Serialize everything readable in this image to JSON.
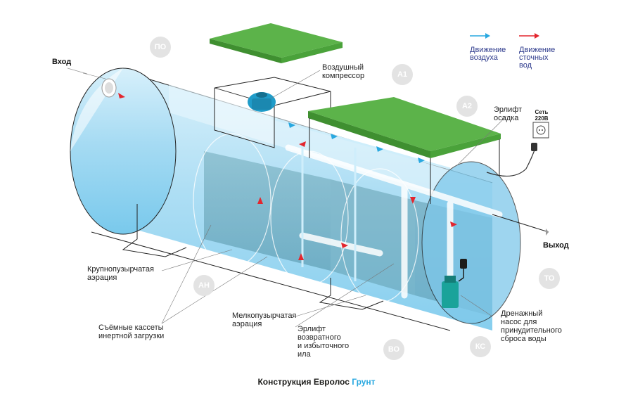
{
  "labels": {
    "inlet": "Вход",
    "outlet": "Выход",
    "air_compressor": "Воздушный\nкомпрессор",
    "airlift_sludge": "Эрлифт\nосадка",
    "power_outlet": "Сеть\n220В",
    "coarse_aeration": "Крупнопузырчатая\nаэрация",
    "removable_cassettes": "Съёмные кассеты\nинертной загрузки",
    "fine_aeration": "Мелкопузырчатая\nаэрация",
    "airlift_return": "Эрлифт\nвозвратного\nи избыточного\nила",
    "drain_pump": "Дренажный\nнасос для\nпринудительного\nсброса воды"
  },
  "legend": {
    "air": "Движение\nвоздуха",
    "sewage": "Движение\nсточных\nвод",
    "air_color": "#29a8e0",
    "sewage_color": "#e3262e"
  },
  "badges": {
    "po": "ПО",
    "a1": "А1",
    "a2": "А2",
    "an": "АН",
    "vo": "ВО",
    "ks": "КС",
    "to": "ТО"
  },
  "caption": {
    "main": "Конструкция Евролос ",
    "accent": "Грунт"
  },
  "colors": {
    "lid_green": "#5cb34a",
    "water_light": "#bfe6f7",
    "water_deep": "#7fcdee",
    "badge_grey": "#e3e3e3",
    "accent_blue": "#29a8e0"
  }
}
